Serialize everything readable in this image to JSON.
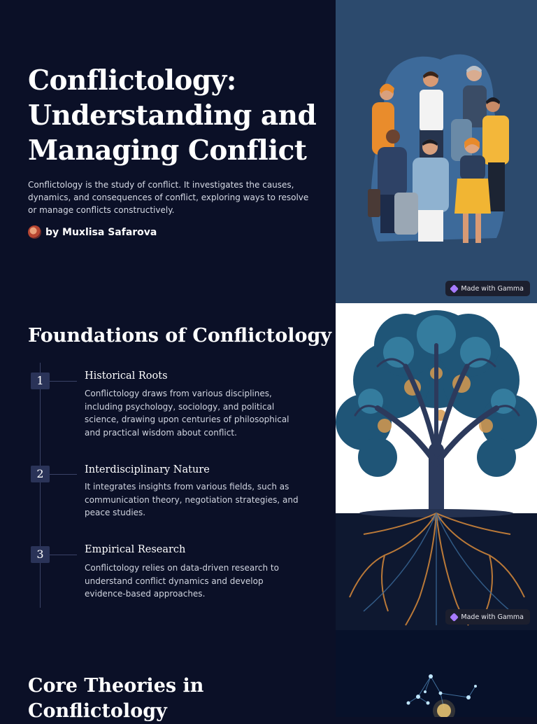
{
  "slide1": {
    "title_lines": [
      "Conflictology:",
      "Understanding and",
      "Managing Conflict"
    ],
    "description": "Conflictology is the study of conflict. It investigates the causes, dynamics, and consequences of conflict, exploring ways to resolve or manage conflicts constructively.",
    "author": "by Muxlisa Safarova"
  },
  "slide2": {
    "title": "Foundations of Conflictology",
    "steps": [
      {
        "number": "1",
        "title": "Historical Roots",
        "body": "Conflictology draws from various disciplines, including psychology, sociology, and political science, drawing upon centuries of philosophical and practical wisdom about conflict."
      },
      {
        "number": "2",
        "title": "Interdisciplinary Nature",
        "body": "It integrates insights from various fields, such as communication theory, negotiation strategies, and peace studies."
      },
      {
        "number": "3",
        "title": "Empirical Research",
        "body": "Conflictology relies on data-driven research to understand conflict dynamics and develop evidence-based approaches."
      }
    ]
  },
  "slide3": {
    "title_lines": [
      "Core Theories in",
      "Conflictology"
    ]
  },
  "badge": {
    "label": "Made with Gamma",
    "icon": "gamma-logo-icon"
  },
  "colors": {
    "background": "#0b1027",
    "accent_number_box": "#2a3358",
    "timeline": "#3a4266"
  }
}
